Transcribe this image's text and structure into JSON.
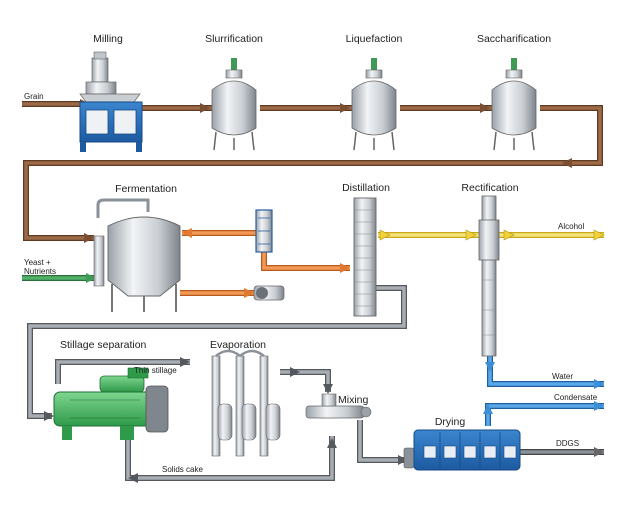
{
  "stages": {
    "milling": "Milling",
    "slurrification": "Slurrification",
    "liquefaction": "Liquefaction",
    "saccharification": "Saccharification",
    "fermentation": "Fermentation",
    "distillation": "Distillation",
    "rectification": "Rectification",
    "stillage_separation": "Stillage separation",
    "evaporation": "Evaporation",
    "mixing": "Mixing",
    "drying": "Drying"
  },
  "streams": {
    "grain": "Grain",
    "yeast_line1": "Yeast +",
    "yeast_line2": "Nutrients",
    "alcohol": "Alcohol",
    "water": "Water",
    "condensate": "Condensate",
    "ddgs": "DDGS",
    "thin_stillage": "Thin stillage",
    "solids_cake": "Solids cake"
  },
  "colors": {
    "mash": "#8a5a3b",
    "alcohol": "#f0d23a",
    "water": "#3a8fd6",
    "nutrients": "#3f9a55",
    "orange": "#e0782f",
    "grey": "#8a9199",
    "dark": "#555a60"
  }
}
